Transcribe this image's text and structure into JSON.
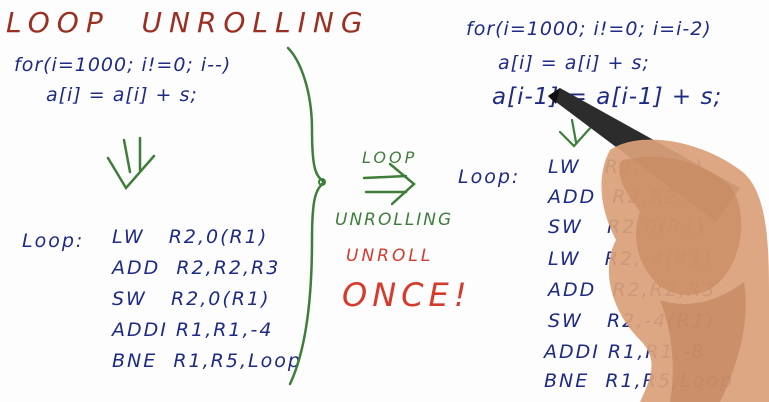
{
  "title": "LOOP  UNROLLING",
  "left_code": {
    "for_line": "for(i=1000; i!=0; i--)",
    "body_line": "a[i] = a[i] + s;"
  },
  "left_asm": {
    "label": "Loop:",
    "lines": [
      "LW   R2,0(R1)",
      "ADD  R2,R2,R3",
      "SW   R2,0(R1)",
      "ADDI R1,R1,-4",
      "BNE  R1,R5,Loop"
    ]
  },
  "middle": {
    "loop_word": "LOOP",
    "unrolling_word": "UNROLLING",
    "unroll_word": "UNROLL",
    "once_word": "ONCE!"
  },
  "right_code": {
    "for_line": "for(i=1000; i!=0; i=i-2)",
    "body_line1": "a[i] = a[i] + s;",
    "body_line2": "a[i-1] = a[i-1] + s;"
  },
  "right_asm": {
    "label": "Loop:",
    "lines": [
      "LW   R2,0(R1)",
      "ADD  R2,R2,R3",
      "SW   R2,0(R1)",
      "LW   R2,-4(R1)",
      "ADD  R2,R2,R3",
      "SW   R2,-4(R1)",
      "ADDI R1,R1,-8",
      "BNE  R1,R5,Loop"
    ]
  },
  "colors": {
    "title": "#9a2f22",
    "code": "#1d2a86",
    "arrow": "#3f7e3a",
    "emphasis": "#d63a2c"
  }
}
